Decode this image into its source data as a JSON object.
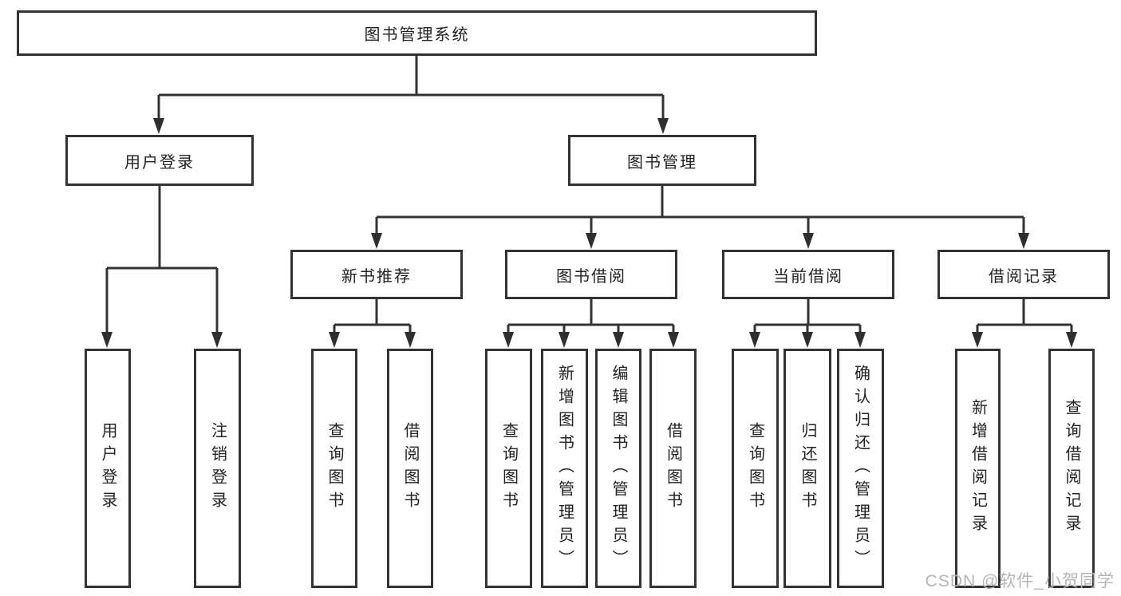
{
  "diagram": {
    "root": {
      "label": "图书管理系统"
    },
    "branches": [
      {
        "label": "用户登录",
        "children": [
          {
            "label": "用户登录"
          },
          {
            "label": "注销登录"
          }
        ]
      },
      {
        "label": "图书管理",
        "children": [
          {
            "label": "新书推荐",
            "children": [
              {
                "label": "查询图书"
              },
              {
                "label": "借阅图书"
              }
            ]
          },
          {
            "label": "图书借阅",
            "children": [
              {
                "label": "查询图书"
              },
              {
                "label": "新增图书（管理员）"
              },
              {
                "label": "编辑图书（管理员）"
              },
              {
                "label": "借阅图书"
              }
            ]
          },
          {
            "label": "当前借阅",
            "children": [
              {
                "label": "查询图书"
              },
              {
                "label": "归还图书"
              },
              {
                "label": "确认归还（管理员）"
              }
            ]
          },
          {
            "label": "借阅记录",
            "children": [
              {
                "label": "新增借阅记录"
              },
              {
                "label": "查询借阅记录"
              }
            ]
          }
        ]
      }
    ],
    "colors": {
      "line": "#333333",
      "box_border": "#333333",
      "text": "#222222",
      "background": "#ffffff",
      "watermark": "#b5b5b5"
    }
  },
  "watermark": {
    "text": "CSDN @软件_小贺同学"
  }
}
